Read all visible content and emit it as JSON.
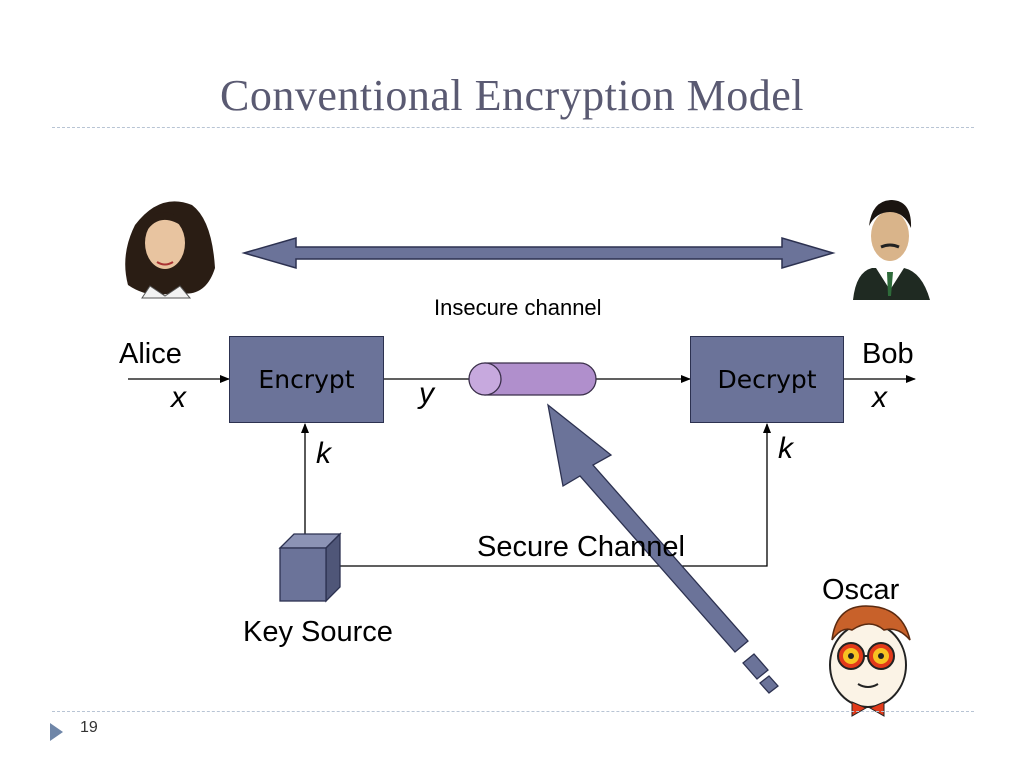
{
  "slide": {
    "title": "Conventional Encryption Model",
    "page_number": "19"
  },
  "diagram": {
    "insecure_channel_label": "Insecure channel",
    "secure_channel_label": "Secure Channel",
    "alice_label": "Alice",
    "bob_label": "Bob",
    "oscar_label": "Oscar",
    "key_source_label": "Key Source",
    "encrypt_label": "Encrypt",
    "decrypt_label": "Decrypt",
    "plaintext_in": "x",
    "plaintext_out": "x",
    "ciphertext": "y",
    "key_left": "k",
    "key_right": "k"
  },
  "colors": {
    "box_fill": "#6b7399",
    "pipe_fill": "#b08fcc",
    "title_color": "#5a5a72"
  }
}
